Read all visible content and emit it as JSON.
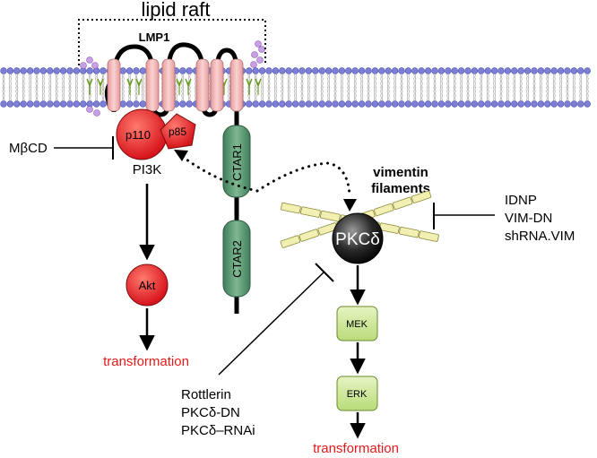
{
  "labels": {
    "lipid_raft": "lipid raft",
    "lmp1": "LMP1",
    "p110": "p110",
    "p85": "p85",
    "pi3k": "PI3K",
    "mbcd": "MβCD",
    "akt": "Akt",
    "transformation_left": "transformation",
    "ctar1": "CTAR1",
    "ctar2": "CTAR2",
    "vimentin_line1": "vimentin",
    "vimentin_line2": "filaments",
    "idnp": "IDNP",
    "vim_dn": "VIM-DN",
    "shrna_vim": "shRNA.VIM",
    "pkcd": "PKCδ",
    "mek": "MEK",
    "erk": "ERK",
    "transformation_right": "transformation",
    "rottlerin": "Rottlerin",
    "pkcd_dn": "PKCδ-DN",
    "pkcd_rnai": "PKCδ–RNAi"
  },
  "colors": {
    "membrane_head": "#7b7fd6",
    "membrane_tail": "#9a9a9a",
    "raft_lipid": "#a8d23a",
    "raft_head": "#c9a0e6",
    "tm_segment": "#f2b9b9",
    "pi3k_red": "#e8262b",
    "ctar_green": "#5c9a72",
    "vimentin_fill": "#f1efb2",
    "kinase_box": "#cfe89a",
    "transformation_text": "#e11b1b"
  },
  "icons": {
    "dotted_arrow": "dotted-curve-arrow",
    "inhibition": "t-bar-inhibition",
    "activation": "arrow"
  }
}
